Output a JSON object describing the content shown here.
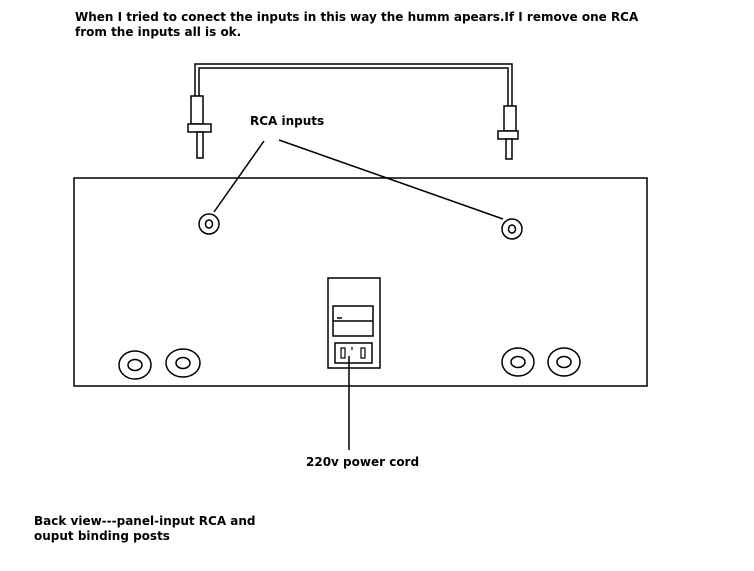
{
  "note": {
    "line1": "When I tried to conect the inputs in this way the humm apears.If I remove one RCA",
    "line2": "from the inputs all is ok."
  },
  "labels": {
    "rca_inputs": "RCA inputs",
    "power_cord": "220v power cord"
  },
  "caption": {
    "line1": "Back view---panel-input RCA and",
    "line2": "ouput binding posts"
  },
  "colors": {
    "ink": "#000000",
    "background": "#ffffff"
  }
}
